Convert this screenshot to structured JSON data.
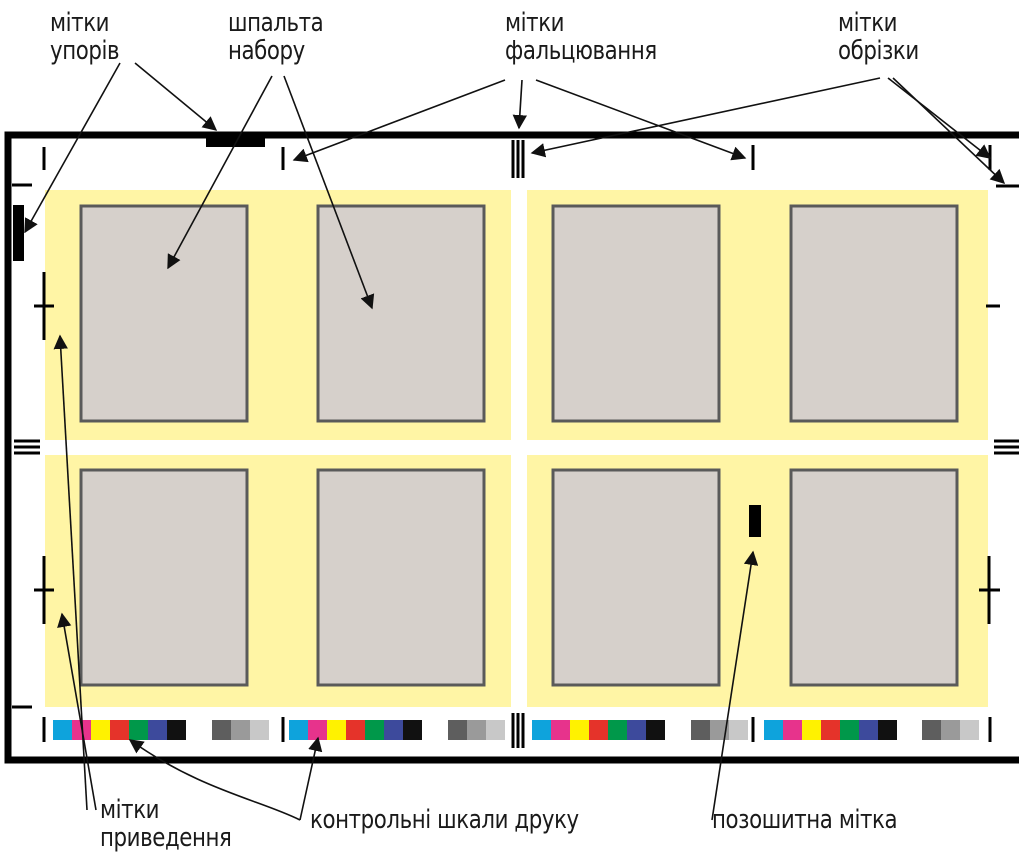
{
  "labels": {
    "registration_marks_guides": [
      "мітки",
      "упорів"
    ],
    "type_area": [
      "шпальта",
      "набору"
    ],
    "fold_marks": [
      "мітки",
      "фальцювання"
    ],
    "trim_marks": [
      "мітки",
      "обрізки"
    ],
    "register_marks": [
      "мітки",
      "приведення"
    ],
    "color_bars": "контрольні шкали друку",
    "collating_mark": "позошитна мітка"
  },
  "colors": {
    "sheet_border": "#000000",
    "bleed_area": "#fff5a5",
    "page_fill": "#d6d0cb",
    "page_stroke": "#5a5a5a",
    "ink_swatches": [
      "#0ea3dc",
      "#e7338c",
      "#fff200",
      "#e5332a",
      "#00984a",
      "#3d4a9c",
      "#111111"
    ],
    "gray_swatches": [
      "#5e5e5e",
      "#9a9a9a",
      "#c8c8c8"
    ]
  }
}
